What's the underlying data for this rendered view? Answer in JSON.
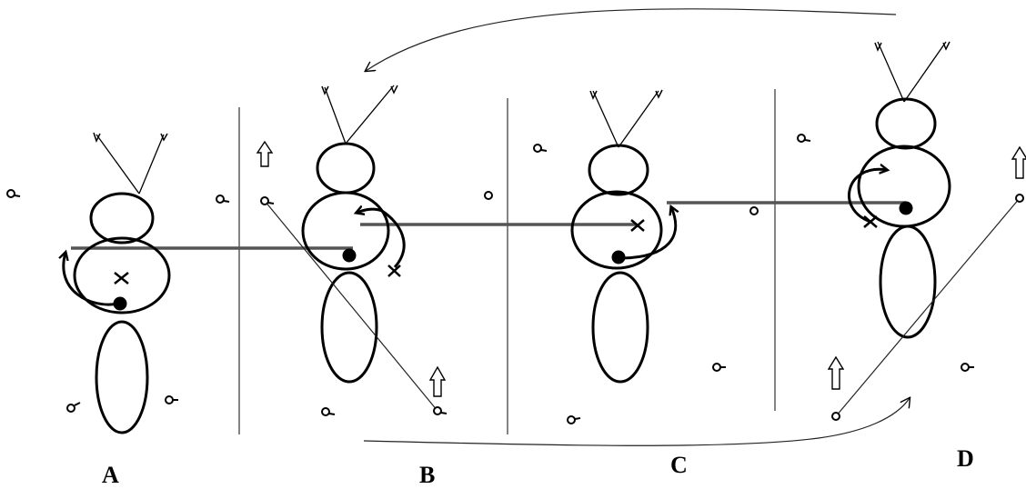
{
  "panels": [
    {
      "id": "A",
      "label": "A"
    },
    {
      "id": "B",
      "label": "B"
    },
    {
      "id": "C",
      "label": "C"
    },
    {
      "id": "D",
      "label": "D"
    }
  ],
  "colors": {
    "ink": "#000000",
    "connector": "#555555"
  }
}
